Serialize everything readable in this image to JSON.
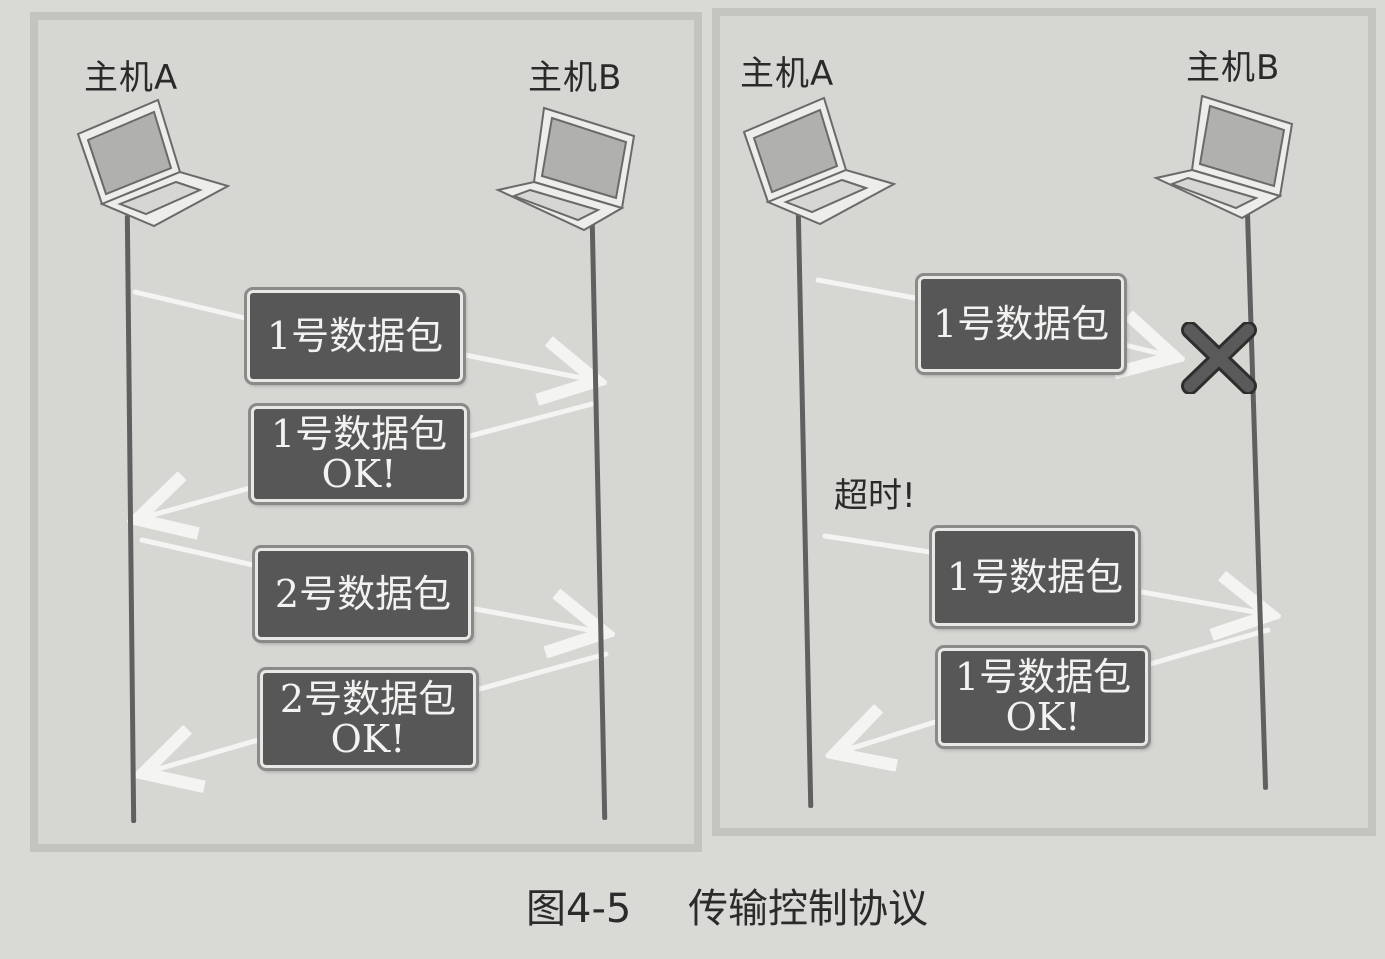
{
  "left": {
    "host_a": "主机A",
    "host_b": "主机B",
    "packets": [
      {
        "line1": "1号数据包",
        "line2": ""
      },
      {
        "line1": "1号数据包",
        "line2": "OK!"
      },
      {
        "line1": "2号数据包",
        "line2": ""
      },
      {
        "line1": "2号数据包",
        "line2": "OK!"
      }
    ]
  },
  "right": {
    "host_a": "主机A",
    "host_b": "主机B",
    "timeout": "超时!",
    "packets": [
      {
        "line1": "1号数据包",
        "line2": ""
      },
      {
        "line1": "1号数据包",
        "line2": ""
      },
      {
        "line1": "1号数据包",
        "line2": "OK!"
      }
    ],
    "lost_icon": "x-mark-icon"
  },
  "caption": {
    "number": "图4-5",
    "title": "传输控制协议"
  },
  "icons": {
    "host": "laptop-icon"
  },
  "colors": {
    "packet_fill": "#575757",
    "lost_mark": "#4a4a4a"
  }
}
